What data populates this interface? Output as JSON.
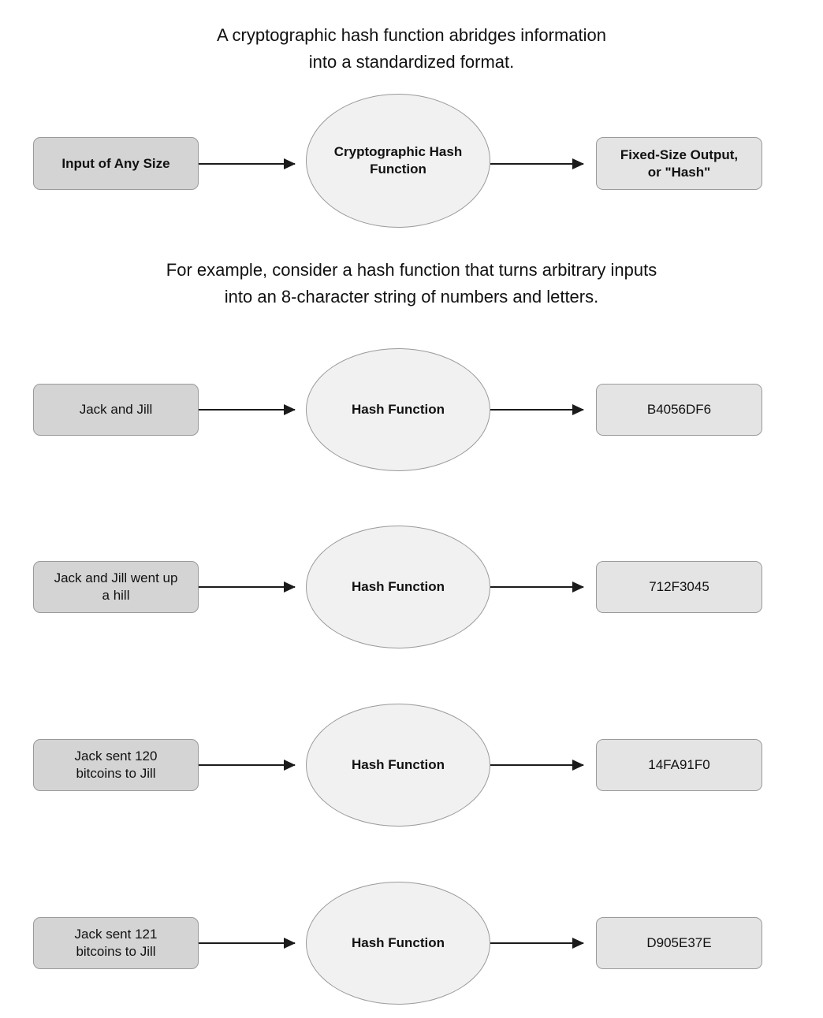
{
  "captions": {
    "intro": "A cryptographic hash function abridges information\ninto a standardized format.",
    "example": "For example, consider a hash function that turns arbitrary inputs\ninto an 8-character string of numbers and letters."
  },
  "header_row": {
    "input_label": "Input of Any Size",
    "process_label": "Cryptographic Hash\nFunction",
    "output_label": "Fixed-Size Output,\nor \"Hash\""
  },
  "example_rows": [
    {
      "input_label": "Jack and Jill",
      "process_label": "Hash Function",
      "output_label": "B4056DF6"
    },
    {
      "input_label": "Jack and Jill went up\na hill",
      "process_label": "Hash Function",
      "output_label": "712F3045"
    },
    {
      "input_label": "Jack sent 120\nbitcoins to Jill",
      "process_label": "Hash Function",
      "output_label": "14FA91F0"
    },
    {
      "input_label": "Jack sent 121\nbitcoins to Jill",
      "process_label": "Hash Function",
      "output_label": "D905E37E"
    }
  ],
  "colors": {
    "background": "#ffffff",
    "input_fill": "#d4d4d4",
    "output_fill": "#e4e4e4",
    "ellipse_fill": "#f1f1f1",
    "node_border": "#9a9a9a",
    "arrow": "#1b1b1b",
    "text": "#111111"
  }
}
